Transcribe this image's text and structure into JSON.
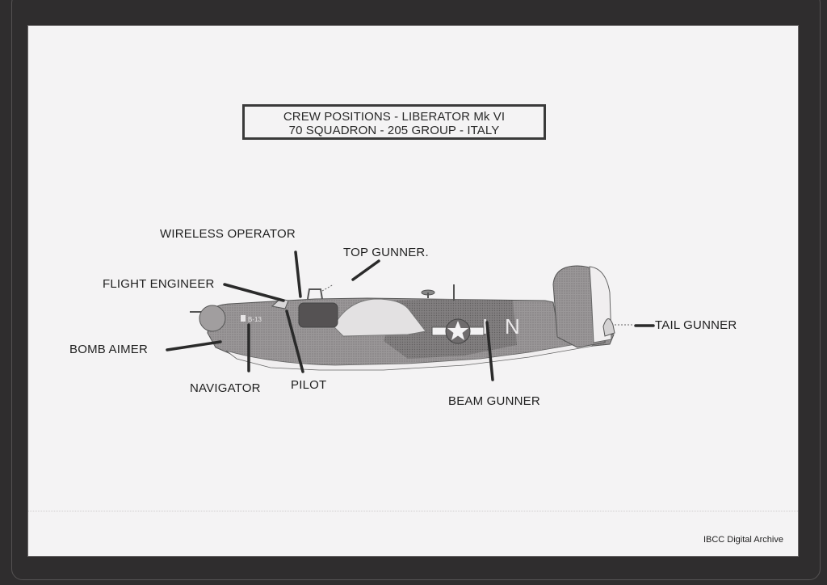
{
  "document": {
    "title_lines": [
      "CREW POSITIONS - LIBERATOR Mk VI",
      "70 SQUADRON - 205 GROUP - ITALY"
    ],
    "aircraft_markings": {
      "nose_code": "B-13",
      "fuselage_letters": [
        "I",
        "N"
      ]
    },
    "crew_labels": {
      "wireless_operator": "WIRELESS OPERATOR",
      "top_gunner": "TOP GUNNER.",
      "flight_engineer": "FLIGHT ENGINEER",
      "bomb_aimer": "BOMB  AIMER",
      "navigator": "NAVIGATOR",
      "pilot": "PILOT",
      "beam_gunner": "BEAM GUNNER",
      "tail_gunner": "TAIL GUNNER"
    },
    "credit": "IBCC Digital Archive"
  },
  "colors": {
    "background": "#2f2d2e",
    "paper": "#f4f3f4",
    "ink": "#1f1f1f",
    "aircraft_grey": "#8a8788"
  }
}
